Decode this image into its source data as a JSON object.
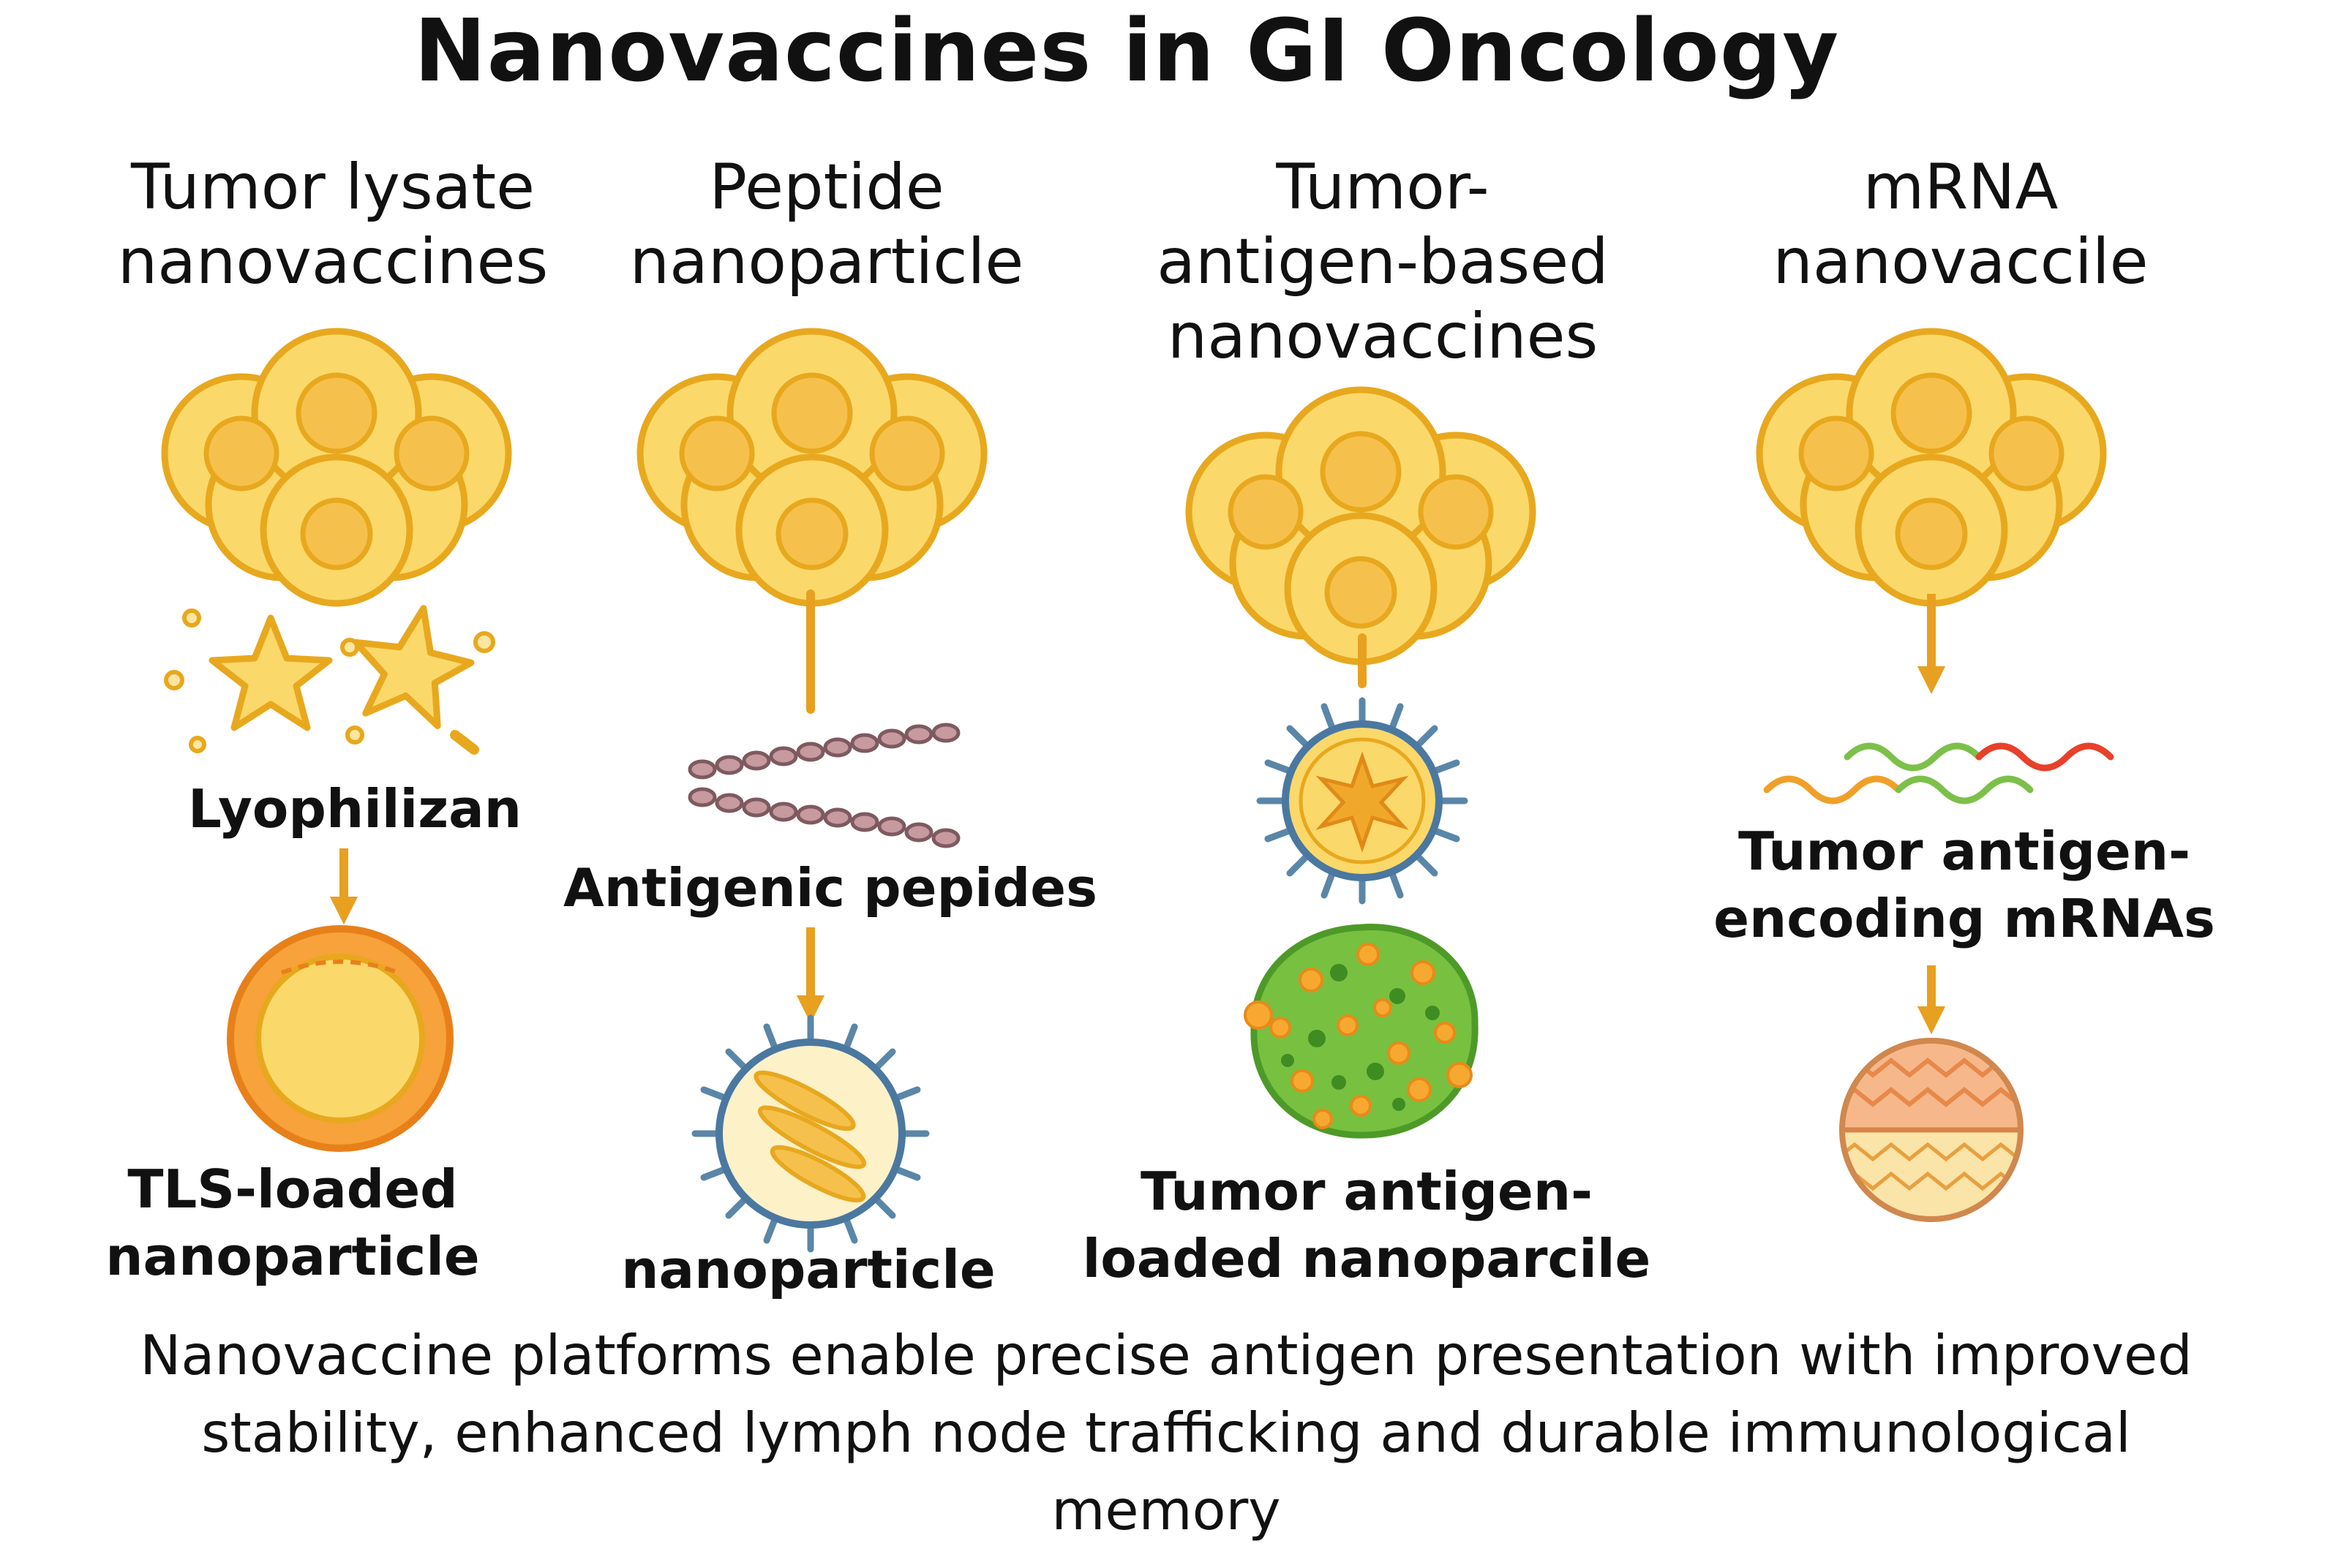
{
  "title": "Nanovaccines in GI Oncology",
  "columns": [
    {
      "title_lines": [
        "Tumor lysate",
        "nanovaccines"
      ],
      "step_label": "Lyophilizan",
      "result_lines": [
        "TLS-loaded",
        "nanoparticle"
      ]
    },
    {
      "title_lines": [
        "Peptide",
        "nanoparticle"
      ],
      "step_label": "Antigenic pepides",
      "result_lines": [
        "nanoparticle"
      ]
    },
    {
      "title_lines": [
        "Tumor-",
        "antigen-based",
        "nanovaccines"
      ],
      "result_lines": [
        "Tumor antigen-",
        "loaded nanoparcile"
      ]
    },
    {
      "title_lines": [
        "mRNA",
        "nanovaccile"
      ],
      "step_lines": [
        "Tumor antigen-",
        "encoding mRNAs"
      ]
    }
  ],
  "footer_lines": [
    "Nanovaccine platforms enable precise antigen presentation with improved",
    "stability, enhanced lymph node trafficking and durable immunological",
    "memory"
  ],
  "colors": {
    "cell_fill": "#fbd86a",
    "cell_stroke": "#e8a81e",
    "arrow": "#e8a020",
    "spike": "#5a86a8",
    "green": "#6cbf3a",
    "peptide": "#a47a80"
  }
}
